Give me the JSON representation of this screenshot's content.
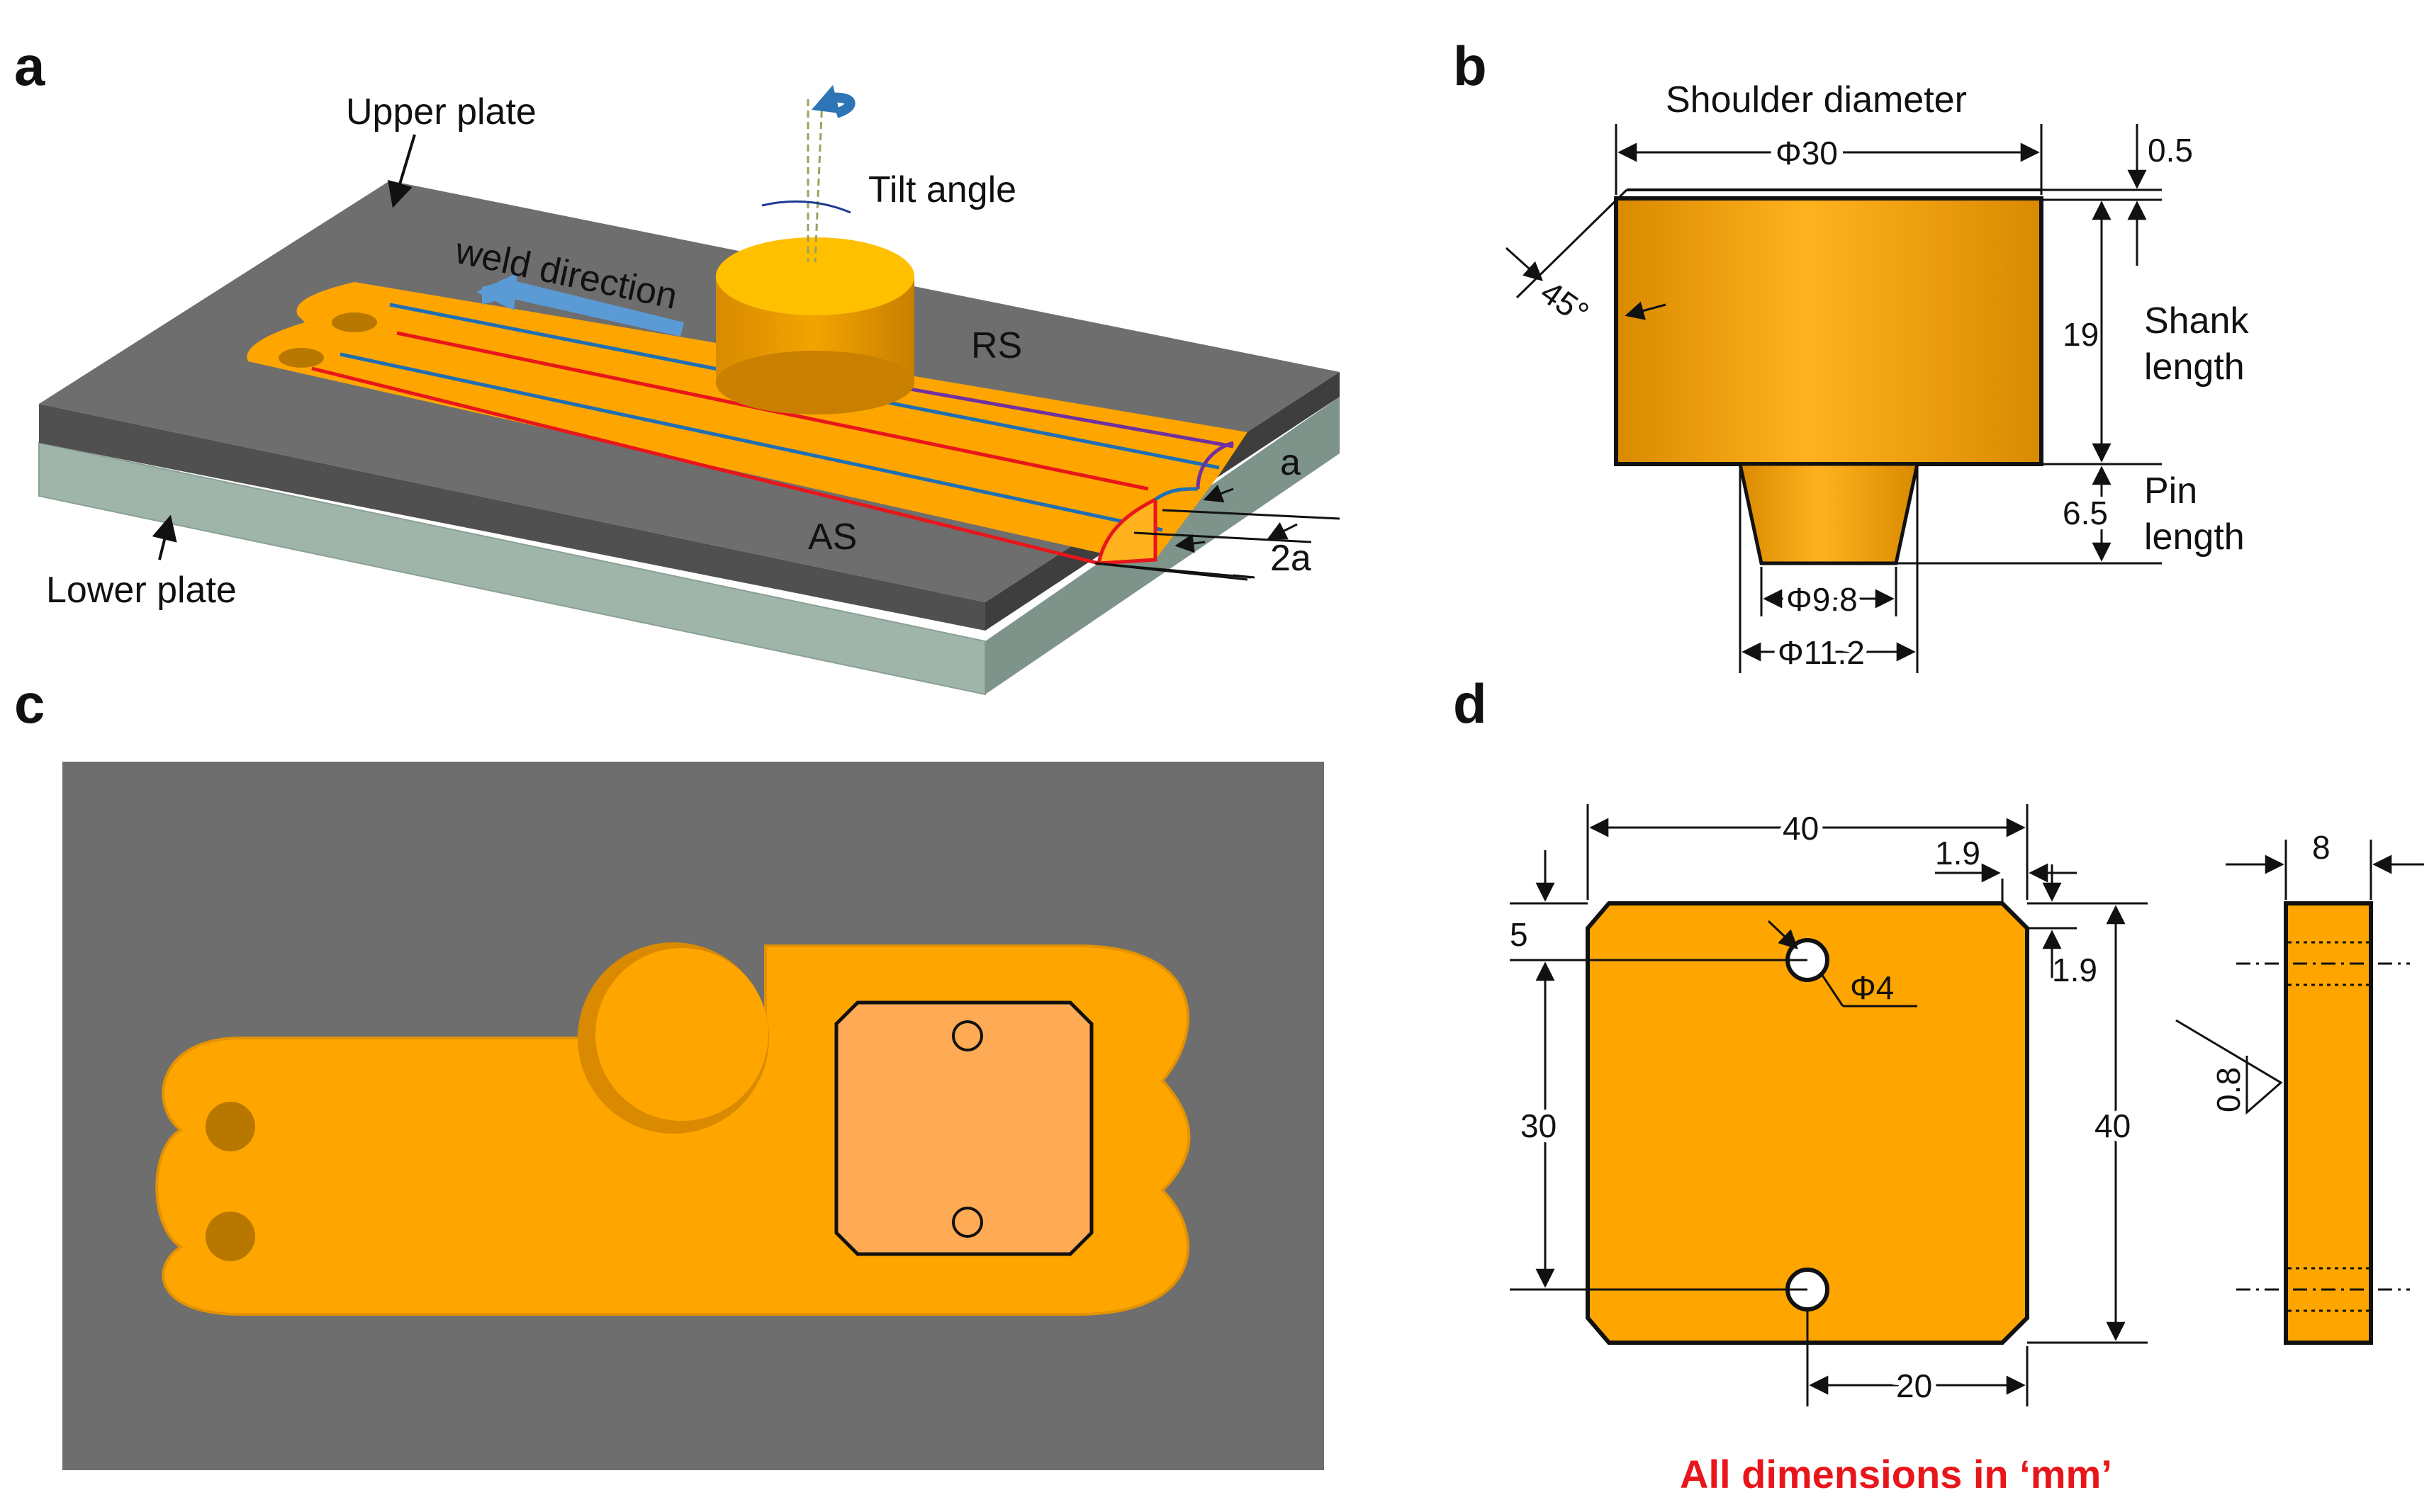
{
  "panels": {
    "a": {
      "letter": "a",
      "upper_plate": "Upper plate",
      "lower_plate": "Lower plate",
      "tilt_angle": "Tilt angle",
      "weld_direction": "weld direction",
      "rs": "RS",
      "as": "AS",
      "dim_a": "a",
      "dim_2a": "2a"
    },
    "b": {
      "letter": "b",
      "shoulder_diameter": "Shoulder diameter",
      "phi30": "Φ30",
      "dim_05": "0.5",
      "dim_19": "19",
      "shank_length_1": "Shank",
      "shank_length_2": "length",
      "dim_65": "6.5",
      "pin_length_1": "Pin",
      "pin_length_2": "length",
      "angle_45": "45°",
      "phi98": "Φ9.8",
      "phi112": "Φ11.2"
    },
    "c": {
      "letter": "c"
    },
    "d": {
      "letter": "d",
      "dim_40_top": "40",
      "dim_19_a": "1.9",
      "dim_19_b": "1.9",
      "dim_5": "5",
      "phi4": "Φ4",
      "dim_30": "30",
      "dim_40_right": "40",
      "dim_20": "20",
      "dim_8": "8",
      "roughness": "0.8",
      "note": "All dimensions in ‘mm’"
    }
  },
  "colors": {
    "orange": "#FFA500",
    "orange_dark": "#D98A00",
    "gray_plate": "#6E6E6E",
    "lower_plate": "#A9BDB3",
    "line_red": "#E8161B",
    "line_blue": "#1F6FB5",
    "arrow_blue": "#5B9BD5",
    "note_red": "#E8161B"
  }
}
